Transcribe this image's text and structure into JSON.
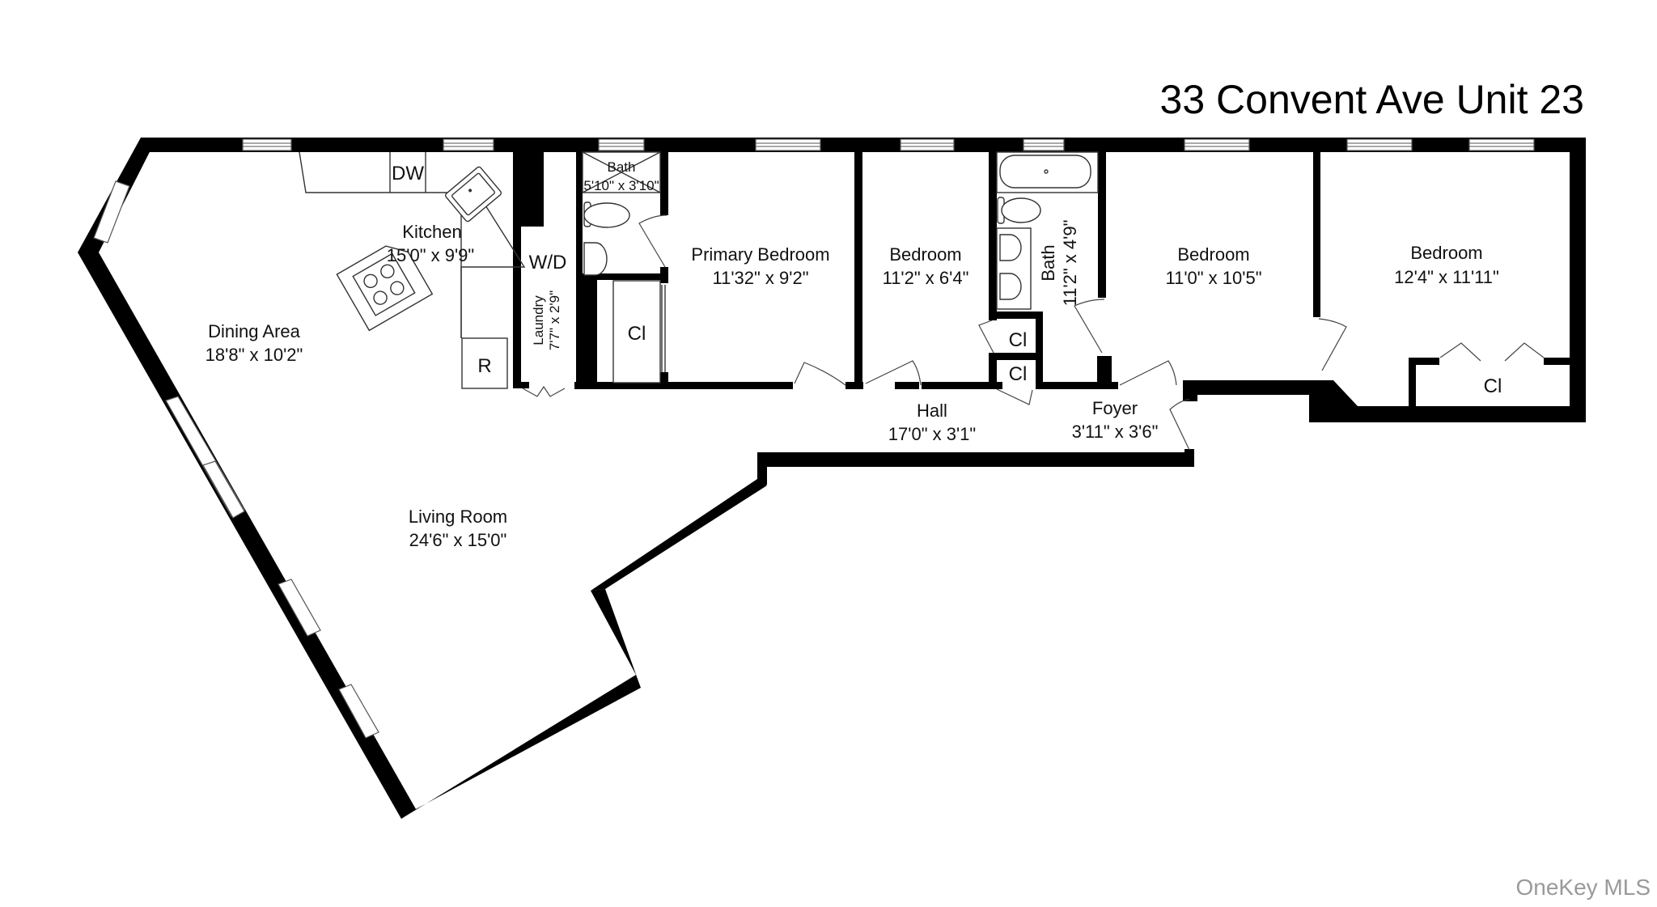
{
  "title": "33 Convent Ave Unit 23",
  "watermark": "OneKey MLS",
  "colors": {
    "wall": "#000000",
    "background": "#ffffff",
    "text": "#111111",
    "watermark": "#9a9a9a"
  },
  "rooms": {
    "kitchen": {
      "name": "Kitchen",
      "dims": "15'0\" x 9'9\""
    },
    "dining": {
      "name": "Dining Area",
      "dims": "18'8\" x 10'2\""
    },
    "laundry": {
      "name": "Laundry",
      "dims": "7'7\" x 2'9\""
    },
    "bath1": {
      "name": "Bath",
      "dims": "5'10\" x 3'10\""
    },
    "primary_bedroom": {
      "name": "Primary Bedroom",
      "dims": "11'32\" x 9'2\""
    },
    "bedroom2": {
      "name": "Bedroom",
      "dims": "11'2\" x 6'4\""
    },
    "bath2": {
      "name": "Bath",
      "dims": "11'2\" x 4'9\""
    },
    "bedroom3": {
      "name": "Bedroom",
      "dims": "11'0\" x 10'5\""
    },
    "bedroom4": {
      "name": "Bedroom",
      "dims": "12'4\" x 11'11\""
    },
    "hall": {
      "name": "Hall",
      "dims": "17'0\" x 3'1\""
    },
    "foyer": {
      "name": "Foyer",
      "dims": "3'11\" x 3'6\""
    },
    "living": {
      "name": "Living Room",
      "dims": "24'6\" x 15'0\""
    }
  },
  "fixtures": {
    "dishwasher": "DW",
    "refrigerator": "R",
    "washer_dryer": "W/D",
    "closet_label": "Cl"
  }
}
